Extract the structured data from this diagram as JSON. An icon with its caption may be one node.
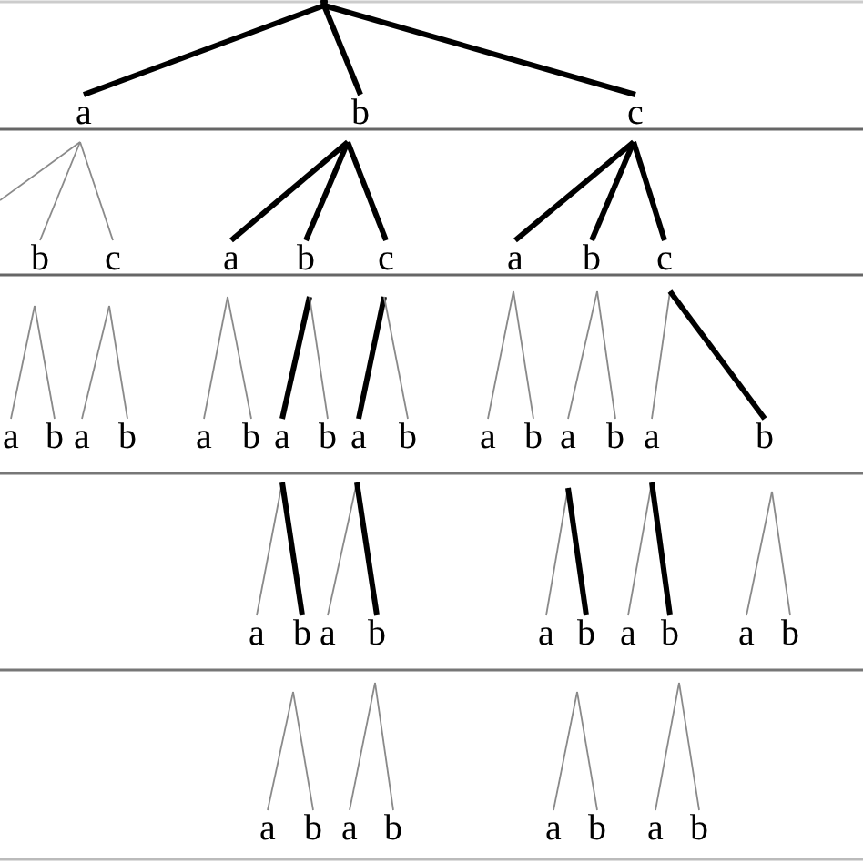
{
  "diagram": {
    "nodes": [
      {
        "text": [],
        "shape": "point"
      },
      {
        "text": [
          "a"
        ]
      },
      {
        "text": [
          "b"
        ]
      },
      {
        "text": [
          "c"
        ]
      },
      {
        "text": [
          "b"
        ]
      },
      {
        "text": [
          "c"
        ]
      },
      {
        "text": [
          "a"
        ]
      },
      {
        "text": [
          "b"
        ]
      },
      {
        "text": [
          "c"
        ]
      },
      {
        "text": [
          "a"
        ]
      },
      {
        "text": [
          "b"
        ]
      },
      {
        "text": [
          "c"
        ]
      },
      {
        "text": [
          "a"
        ]
      },
      {
        "text": [
          "b"
        ]
      },
      {
        "text": [
          "a"
        ]
      },
      {
        "text": [
          "b"
        ]
      },
      {
        "text": [
          "a"
        ]
      },
      {
        "text": [
          "b"
        ]
      },
      {
        "text": [
          "a"
        ]
      },
      {
        "text": [
          "b"
        ]
      },
      {
        "text": [
          "a"
        ]
      },
      {
        "text": [
          "b"
        ]
      },
      {
        "text": [
          "a"
        ]
      },
      {
        "text": [
          "b"
        ]
      },
      {
        "text": [
          "a"
        ]
      },
      {
        "text": [
          "b"
        ]
      },
      {
        "text": [
          "a"
        ]
      },
      {
        "text": [
          "b"
        ]
      },
      {
        "text": [
          "a"
        ]
      },
      {
        "text": [
          "b"
        ]
      },
      {
        "text": [
          "a"
        ]
      },
      {
        "text": [
          "b"
        ]
      },
      {
        "text": [
          "a"
        ]
      },
      {
        "text": [
          "b"
        ]
      },
      {
        "text": [
          "a"
        ]
      },
      {
        "text": [
          "b"
        ]
      },
      {
        "text": [
          "a"
        ]
      },
      {
        "text": [
          "b"
        ]
      },
      {
        "text": [
          "a"
        ]
      },
      {
        "text": [
          "b"
        ]
      },
      {
        "text": [
          "a"
        ]
      },
      {
        "text": [
          "b"
        ]
      },
      {
        "text": [
          "a"
        ]
      },
      {
        "text": [
          "b"
        ]
      },
      {
        "text": [
          "a"
        ]
      },
      {
        "text": [
          "b"
        ]
      }
    ],
    "edges": [
      {
        "from": 0,
        "to": 1,
        "arrow": "none",
        "style": "thick",
        "color": "#000000"
      },
      {
        "from": 0,
        "to": 2,
        "arrow": "none",
        "style": "thick",
        "color": "#000000"
      },
      {
        "from": 0,
        "to": 3,
        "arrow": "none",
        "style": "thick",
        "color": "#000000"
      },
      {
        "from": 1,
        "to": null,
        "arrow": "none"
      },
      {
        "from": 1,
        "to": 4,
        "arrow": "none"
      },
      {
        "from": 1,
        "to": 5,
        "arrow": "none"
      },
      {
        "from": 2,
        "to": 6,
        "arrow": "none",
        "style": "thick",
        "color": "#000000"
      },
      {
        "from": 2,
        "to": 7,
        "arrow": "none",
        "style": "thick",
        "color": "#000000"
      },
      {
        "from": 2,
        "to": 8,
        "arrow": "none",
        "style": "thick",
        "color": "#000000"
      },
      {
        "from": 3,
        "to": 9,
        "arrow": "none",
        "style": "thick",
        "color": "#000000"
      },
      {
        "from": 3,
        "to": 10,
        "arrow": "none",
        "style": "thick",
        "color": "#000000"
      },
      {
        "from": 3,
        "to": 11,
        "arrow": "none",
        "style": "thick",
        "color": "#000000"
      },
      {
        "from": 4,
        "to": 12,
        "arrow": "none"
      },
      {
        "from": 4,
        "to": 13,
        "arrow": "none"
      },
      {
        "from": 5,
        "to": 14,
        "arrow": "none"
      },
      {
        "from": 5,
        "to": 15,
        "arrow": "none"
      },
      {
        "from": 6,
        "to": 16,
        "arrow": "none"
      },
      {
        "from": 6,
        "to": 17,
        "arrow": "none"
      },
      {
        "from": 7,
        "to": 18,
        "arrow": "none",
        "style": "thick",
        "color": "#000000"
      },
      {
        "from": 7,
        "to": 19,
        "arrow": "none"
      },
      {
        "from": 8,
        "to": 20,
        "arrow": "none",
        "style": "thick",
        "color": "#000000"
      },
      {
        "from": 8,
        "to": 21,
        "arrow": "none"
      },
      {
        "from": 9,
        "to": 22,
        "arrow": "none"
      },
      {
        "from": 9,
        "to": 23,
        "arrow": "none"
      },
      {
        "from": 10,
        "to": 24,
        "arrow": "none"
      },
      {
        "from": 10,
        "to": 25,
        "arrow": "none"
      },
      {
        "from": 11,
        "to": 26,
        "arrow": "none"
      },
      {
        "from": 11,
        "to": 27,
        "arrow": "none",
        "style": "thick",
        "color": "#000000"
      },
      {
        "from": 18,
        "to": 28,
        "arrow": "none"
      },
      {
        "from": 18,
        "to": 29,
        "arrow": "none",
        "style": "thick",
        "color": "#000000"
      },
      {
        "from": 20,
        "to": 30,
        "arrow": "none"
      },
      {
        "from": 20,
        "to": 31,
        "arrow": "none",
        "style": "thick",
        "color": "#000000"
      },
      {
        "from": 24,
        "to": 32,
        "arrow": "none"
      },
      {
        "from": 24,
        "to": 33,
        "arrow": "none",
        "style": "thick",
        "color": "#000000"
      },
      {
        "from": 26,
        "to": 34,
        "arrow": "none"
      },
      {
        "from": 26,
        "to": 35,
        "arrow": "none",
        "style": "thick",
        "color": "#000000"
      },
      {
        "from": 27,
        "to": 36,
        "arrow": "none"
      },
      {
        "from": 27,
        "to": 37,
        "arrow": "none"
      },
      {
        "from": 29,
        "to": 38,
        "arrow": "none"
      },
      {
        "from": 29,
        "to": 39,
        "arrow": "none"
      },
      {
        "from": 31,
        "to": 40,
        "arrow": "none"
      },
      {
        "from": 31,
        "to": 41,
        "arrow": "none"
      },
      {
        "from": 33,
        "to": 42,
        "arrow": "none"
      },
      {
        "from": 33,
        "to": 43,
        "arrow": "none"
      },
      {
        "from": 35,
        "to": 44,
        "arrow": "none"
      },
      {
        "from": 35,
        "to": 45,
        "arrow": "none"
      }
    ]
  }
}
